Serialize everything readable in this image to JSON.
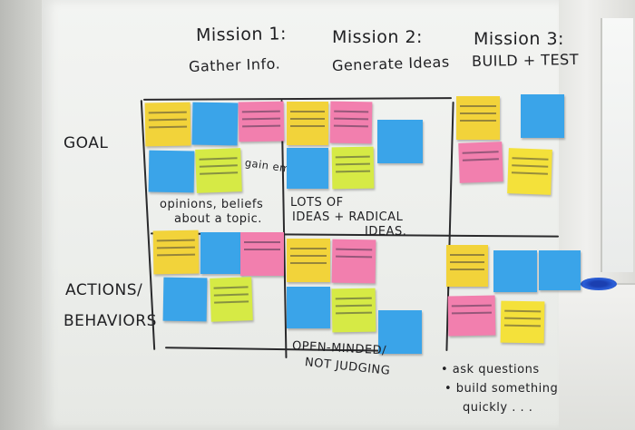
{
  "missions": [
    {
      "title": "Mission 1:",
      "subtitle": "Gather Info."
    },
    {
      "title": "Mission 2:",
      "subtitle": "Generate Ideas"
    },
    {
      "title": "Mission 3:",
      "subtitle": "BUILD + TEST"
    }
  ],
  "rows": {
    "goal": "GOAL",
    "actions_line1": "ACTIONS/",
    "actions_line2": "BEHAVIORS"
  },
  "notes": {
    "goal_m1_main": "gain empathy",
    "goal_m1_line1": "opinions, beliefs",
    "goal_m1_line2": "about a topic.",
    "goal_m2_line1": "LOTS OF",
    "goal_m2_line2": "IDEAS + RADICAL",
    "goal_m2_line3": "IDEAS.",
    "actions_m2_line1": "OPEN-MINDED/",
    "actions_m2_line2": "NOT JUDGING",
    "actions_m3_line1": "• ask questions",
    "actions_m3_line2": "• build something",
    "actions_m3_line3": "quickly . . ."
  },
  "colors": {
    "yellow": "#f4e13a",
    "blue": "#3aa4e9",
    "pink": "#f27fae",
    "orange": "#f2d33a",
    "green": "#d6ea45",
    "marker": "#1f1f22"
  }
}
